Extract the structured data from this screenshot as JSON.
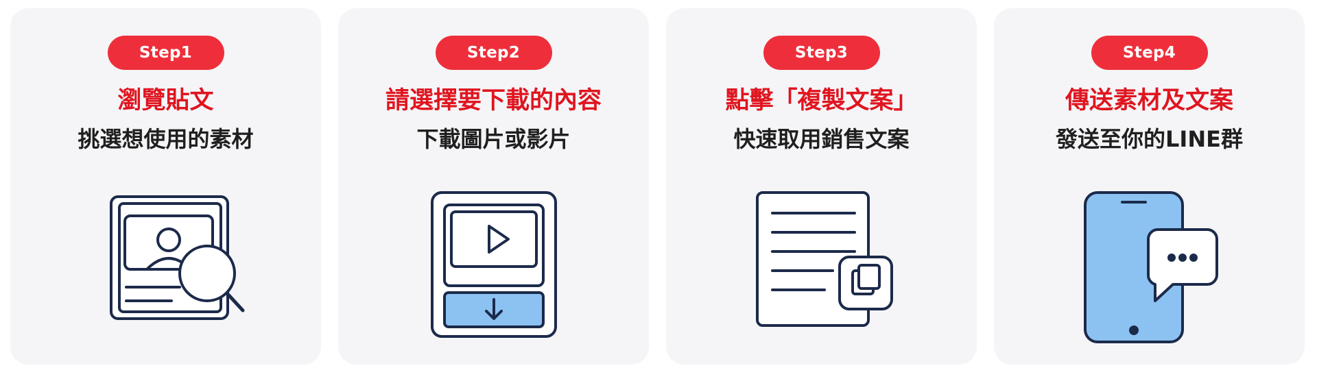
{
  "steps": [
    {
      "badge": "Step1",
      "title": "瀏覽貼文",
      "subtitle": "挑選想使用的素材",
      "icon": "image-search-icon"
    },
    {
      "badge": "Step2",
      "title": "請選擇要下載的內容",
      "subtitle": "下載圖片或影片",
      "icon": "video-download-icon"
    },
    {
      "badge": "Step3",
      "title": "點擊「複製文案」",
      "subtitle": "快速取用銷售文案",
      "icon": "copy-document-icon"
    },
    {
      "badge": "Step4",
      "title": "傳送素材及文案",
      "subtitle": "發送至你的LINE群",
      "icon": "phone-chat-icon"
    }
  ],
  "colors": {
    "accent": "#ee2f3b",
    "title": "#e0151f",
    "text": "#1f1f1f",
    "card": "#f5f5f8",
    "stroke": "#1c2a4a",
    "fill_blue": "#8cc2f1"
  }
}
